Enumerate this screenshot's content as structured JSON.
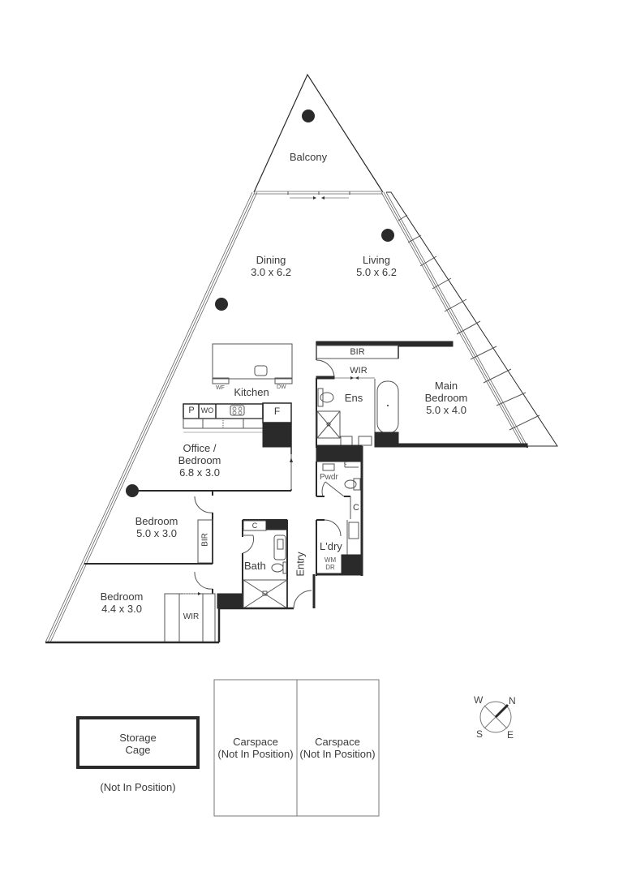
{
  "floorplan": {
    "rooms": {
      "balcony": {
        "name": "Balcony"
      },
      "dining": {
        "name": "Dining",
        "size": "3.0 x 6.2"
      },
      "living": {
        "name": "Living",
        "size": "5.0 x 6.2"
      },
      "kitchen": {
        "name": "Kitchen"
      },
      "office": {
        "name_line1": "Office /",
        "name_line2": "Bedroom",
        "size": "6.8 x 3.0"
      },
      "main_bedroom": {
        "name_line1": "Main",
        "name_line2": "Bedroom",
        "size": "5.0 x 4.0"
      },
      "bedroom1": {
        "name": "Bedroom",
        "size": "5.0 x 3.0"
      },
      "bedroom2": {
        "name": "Bedroom",
        "size": "4.4 x 3.0"
      },
      "ens": {
        "name": "Ens"
      },
      "bath": {
        "name": "Bath"
      },
      "entry": {
        "name": "Entry"
      },
      "laundry": {
        "name": "L'dry"
      },
      "powder": {
        "name": "Pwdr"
      }
    },
    "fixtures": {
      "bir_main": "BIR",
      "wir_main": "WIR",
      "bir_bed1": "BIR",
      "wir_bed2": "WIR",
      "wf": "WF",
      "dw": "DW",
      "pantry": "P",
      "wall_oven": "WO",
      "fridge": "F",
      "cupboard_bath": "C",
      "cupboard_ldry": "C",
      "cupboard_pwdr": "c",
      "wm": "WM",
      "dr": "DR"
    },
    "storage": {
      "title_line1": "Storage",
      "title_line2": "Cage",
      "note": "(Not In Position)"
    },
    "carspaces": [
      {
        "title": "Carspace",
        "note": "(Not In Position)"
      },
      {
        "title": "Carspace",
        "note": "(Not In Position)"
      }
    ],
    "compass": {
      "n": "N",
      "s": "S",
      "e": "E",
      "w": "W"
    }
  }
}
